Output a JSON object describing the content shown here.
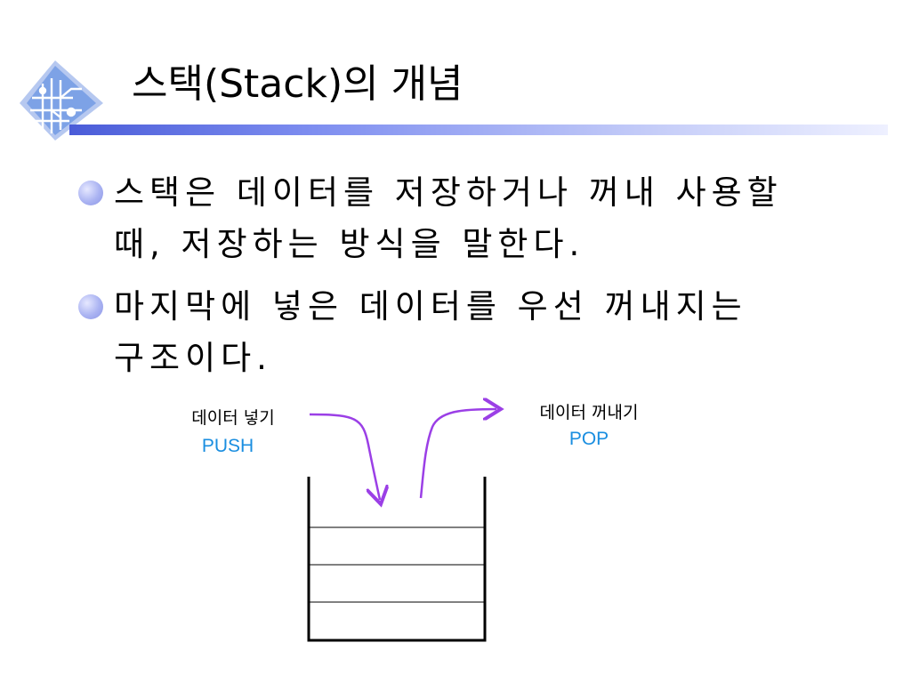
{
  "slide": {
    "title": "스택(Stack)의 개념",
    "logo_icon": "circuit-chip-icon",
    "accent_color": "#4a5cd8"
  },
  "bullets": [
    {
      "text": "스택은 데이터를 저장하거나 꺼내 사용할\n때, 저장하는 방식을 말한다."
    },
    {
      "text": "마지막에 넣은 데이터를 우선 꺼내지는\n구조이다."
    }
  ],
  "diagram": {
    "push_label": "데이터 넣기",
    "push_op": "PUSH",
    "pop_label": "데이터 꺼내기",
    "pop_op": "POP",
    "arrow_color": "#9b3fe6",
    "op_color": "#1a8ee0"
  }
}
